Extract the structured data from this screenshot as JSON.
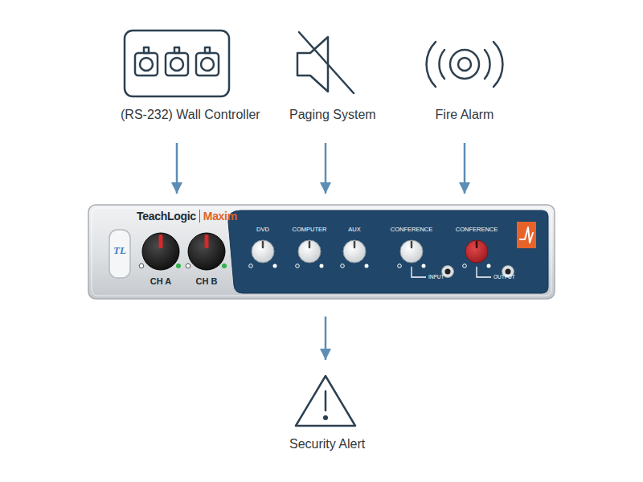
{
  "diagram": {
    "nodes": [
      {
        "text": [
          "(RS-232) Wall Controller"
        ]
      },
      {
        "text": [
          "Paging System"
        ]
      },
      {
        "text": [
          "Fire Alarm"
        ]
      },
      {
        "text": [
          "TeachLogic",
          "Maxim"
        ]
      },
      {
        "text": [
          "Security Alert"
        ]
      }
    ],
    "edges": [
      {
        "from": 0,
        "to": 3,
        "arrow": "to"
      },
      {
        "from": 1,
        "to": 3,
        "arrow": "to"
      },
      {
        "from": 2,
        "to": 3,
        "arrow": "to"
      },
      {
        "from": 3,
        "to": 4,
        "arrow": "to"
      }
    ],
    "labels": [
      "TL",
      "CH A",
      "CH B",
      "DVD",
      "COMPUTER",
      "AUX",
      "CONFERENCE",
      "INPUT",
      "CONFERENCE",
      "OUTPUT"
    ]
  }
}
